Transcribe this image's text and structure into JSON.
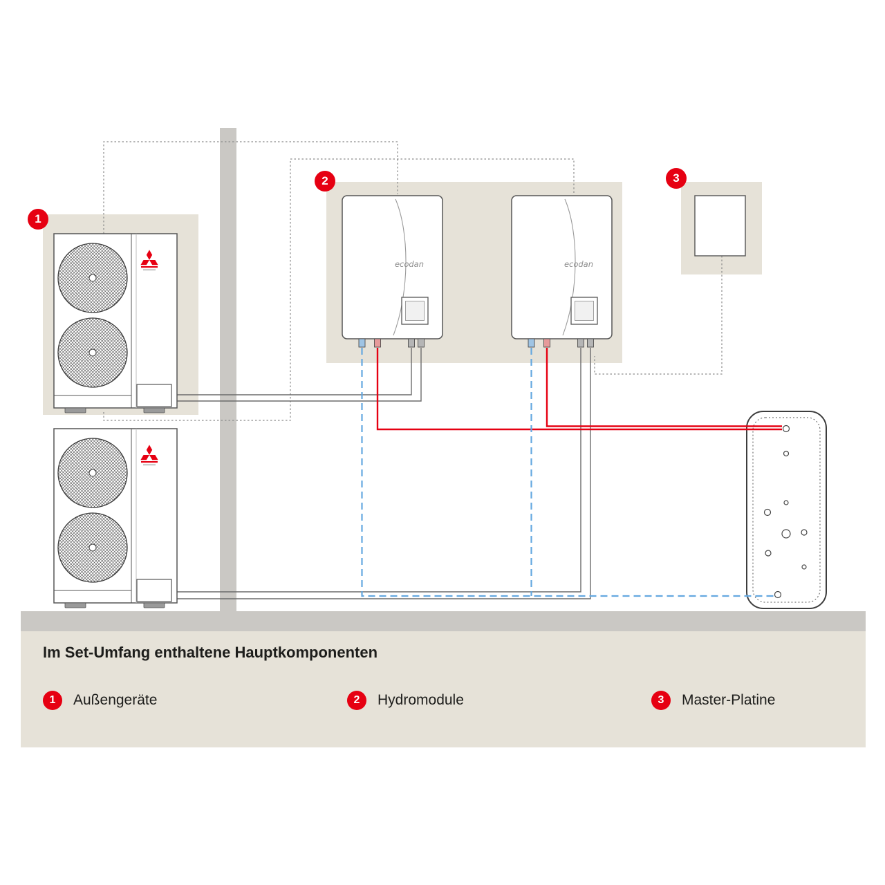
{
  "diagram": {
    "brand_label": "ecodan",
    "markers": [
      {
        "number": "1"
      },
      {
        "number": "2"
      },
      {
        "number": "3"
      }
    ],
    "colors": {
      "accent_red": "#e60012",
      "flow_pipe_red": "#e60012",
      "return_pipe_blue": "#64a8e0",
      "panel_beige": "#e6e2d8",
      "wall_gray": "#cac8c4",
      "outline_gray": "#555555"
    }
  },
  "legend": {
    "heading": "Im Set-Umfang enthaltene Hauptkomponenten",
    "items": [
      {
        "number": "1",
        "label": "Außengeräte"
      },
      {
        "number": "2",
        "label": "Hydromodule"
      },
      {
        "number": "3",
        "label": "Master-Platine"
      }
    ]
  }
}
